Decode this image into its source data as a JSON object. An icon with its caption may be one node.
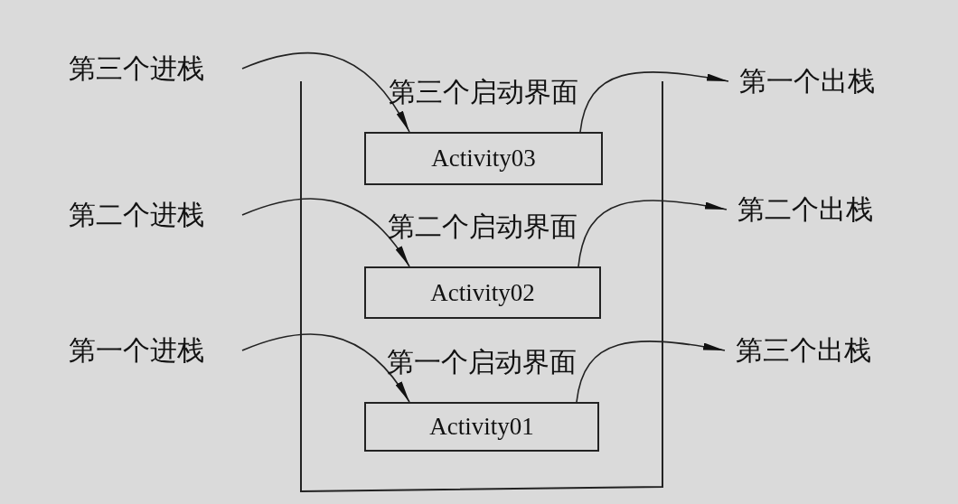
{
  "diagram": {
    "nodes": [
      {
        "text": [],
        "shape": "box"
      },
      {
        "text": [
          "第三个进栈"
        ]
      },
      {
        "text": [
          "Activity03"
        ],
        "in": 0,
        "beside": [
          "第三个启动界面"
        ]
      },
      {
        "text": [
          "第一个出栈"
        ]
      },
      {
        "text": [
          "第二个进栈"
        ]
      },
      {
        "text": [
          "Activity02"
        ],
        "in": 0,
        "beside": [
          "第二个启动界面"
        ]
      },
      {
        "text": [
          "第二个出栈"
        ]
      },
      {
        "text": [
          "第一个进栈"
        ]
      },
      {
        "text": [
          "Activity01"
        ],
        "in": 0,
        "beside": [
          "第一个启动界面"
        ]
      },
      {
        "text": [
          "第三个出栈"
        ]
      }
    ],
    "edges": [
      {
        "from": 1,
        "to": 2,
        "arrow": "to"
      },
      {
        "from": 2,
        "to": 3,
        "arrow": "to"
      },
      {
        "from": 4,
        "to": 5,
        "arrow": "to"
      },
      {
        "from": 5,
        "to": 6,
        "arrow": "to"
      },
      {
        "from": 7,
        "to": 8,
        "arrow": "to"
      },
      {
        "from": 8,
        "to": 9,
        "arrow": "to"
      }
    ]
  }
}
